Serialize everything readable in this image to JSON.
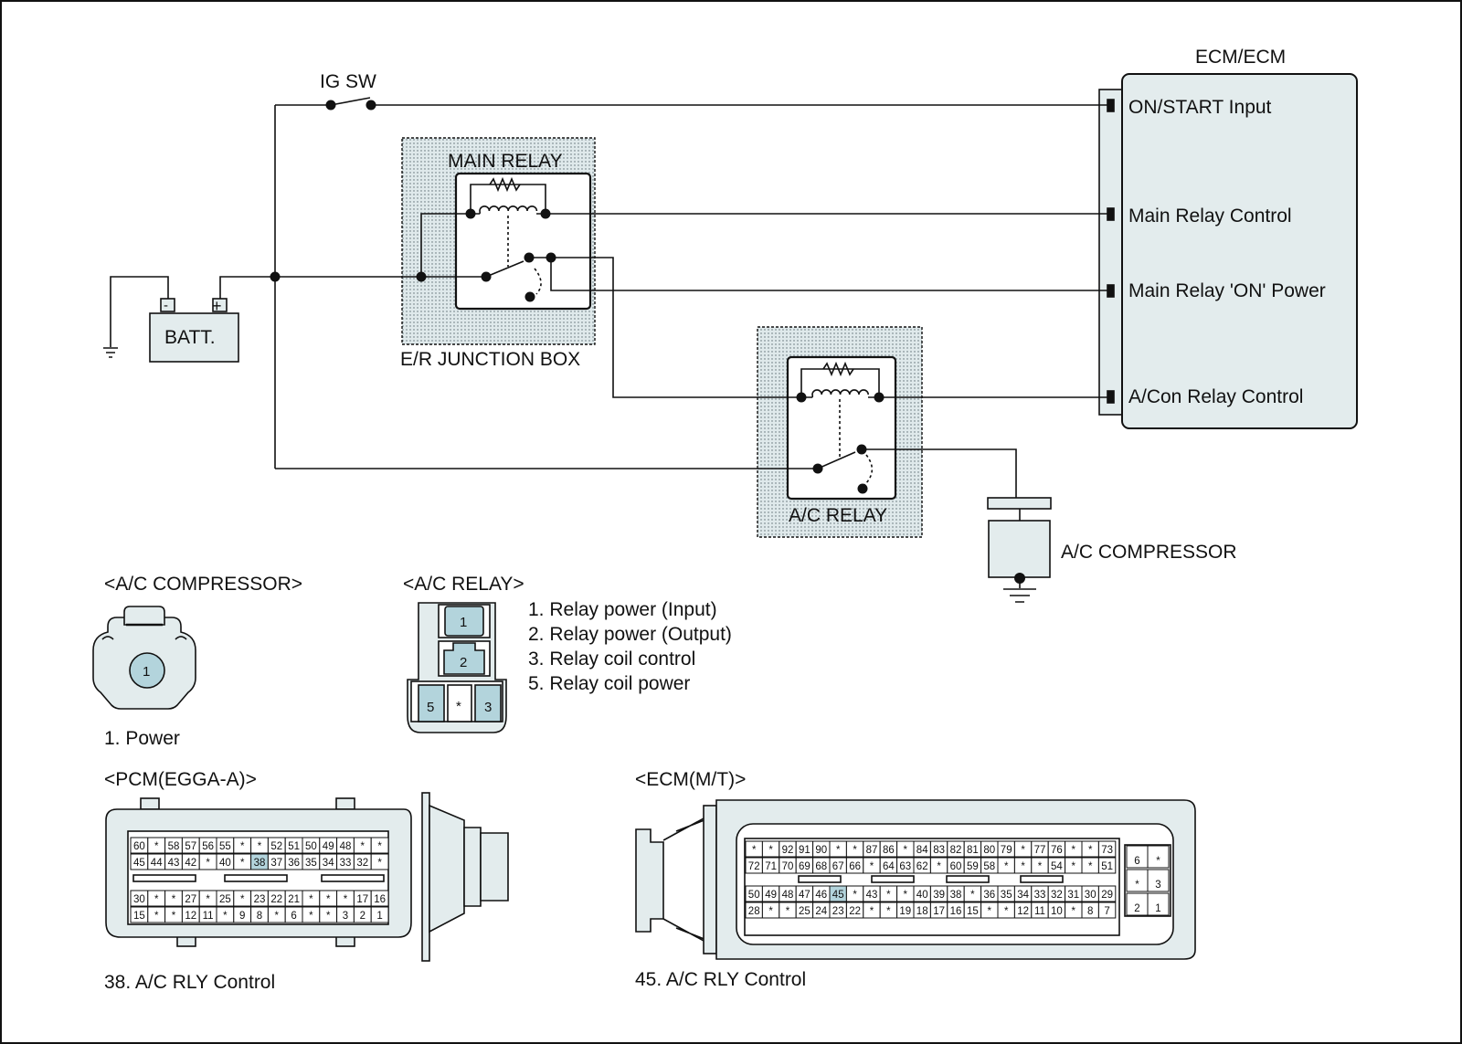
{
  "colors": {
    "panel_fill": "#e3eced",
    "pin_highlight": "#b3d4dc",
    "line": "#111111"
  },
  "schematic": {
    "ig_sw": "IG SW",
    "ecm_title": "ECM/ECM",
    "ecm_pins": [
      "ON/START Input",
      "Main Relay Control",
      "Main Relay 'ON' Power",
      "A/Con Relay Control"
    ],
    "main_relay": "MAIN RELAY",
    "junction_box": "E/R JUNCTION BOX",
    "battery": "BATT.",
    "battery_neg": "-",
    "battery_pos": "+",
    "ac_relay": "A/C RELAY",
    "ac_compressor": "A/C COMPRESSOR"
  },
  "connectors": {
    "compressor": {
      "title": "<A/C COMPRESSOR>",
      "pin": "1",
      "caption": "1. Power"
    },
    "relay": {
      "title": "<A/C RELAY>",
      "pins": [
        "1",
        "2",
        "5",
        "*",
        "3"
      ],
      "legend": [
        "1. Relay power (Input)",
        "2. Relay power (Output)",
        "3. Relay coil control",
        "5. Relay coil power"
      ]
    },
    "pcm": {
      "title": "<PCM(EGGA-A)>",
      "caption": "38. A/C RLY Control",
      "highlight": "38",
      "rows": [
        [
          "60",
          "*",
          "58",
          "57",
          "56",
          "55",
          "*",
          "*",
          "52",
          "51",
          "50",
          "49",
          "48",
          "*",
          "*"
        ],
        [
          "45",
          "44",
          "43",
          "42",
          "*",
          "40",
          "*",
          "38",
          "37",
          "36",
          "35",
          "34",
          "33",
          "32",
          "*"
        ],
        [
          "30",
          "*",
          "*",
          "27",
          "*",
          "25",
          "*",
          "23",
          "22",
          "21",
          "*",
          "*",
          "*",
          "17",
          "16"
        ],
        [
          "15",
          "*",
          "*",
          "12",
          "11",
          "*",
          "9",
          "8",
          "*",
          "6",
          "*",
          "*",
          "3",
          "2",
          "1"
        ]
      ]
    },
    "ecm_mt": {
      "title": "<ECM(M/T)>",
      "caption": "45. A/C RLY Control",
      "highlight": "45",
      "rows": [
        [
          "*",
          "*",
          "92",
          "91",
          "90",
          "*",
          "*",
          "87",
          "86",
          "*",
          "84",
          "83",
          "82",
          "81",
          "80",
          "79",
          "*",
          "77",
          "76",
          "*",
          "*",
          "73"
        ],
        [
          "72",
          "71",
          "70",
          "69",
          "68",
          "67",
          "66",
          "*",
          "64",
          "63",
          "62",
          "*",
          "60",
          "59",
          "58",
          "*",
          "*",
          "*",
          "54",
          "*",
          "*",
          "51"
        ],
        [
          "50",
          "49",
          "48",
          "47",
          "46",
          "45",
          "*",
          "43",
          "*",
          "*",
          "40",
          "39",
          "38",
          "*",
          "36",
          "35",
          "34",
          "33",
          "32",
          "31",
          "30",
          "29"
        ],
        [
          "28",
          "*",
          "*",
          "25",
          "24",
          "23",
          "22",
          "*",
          "*",
          "19",
          "18",
          "17",
          "16",
          "15",
          "*",
          "*",
          "12",
          "11",
          "10",
          "*",
          "8",
          "7"
        ]
      ],
      "side": [
        [
          "6",
          "*"
        ],
        [
          "*",
          "3"
        ],
        [
          "2",
          "1"
        ]
      ]
    }
  }
}
